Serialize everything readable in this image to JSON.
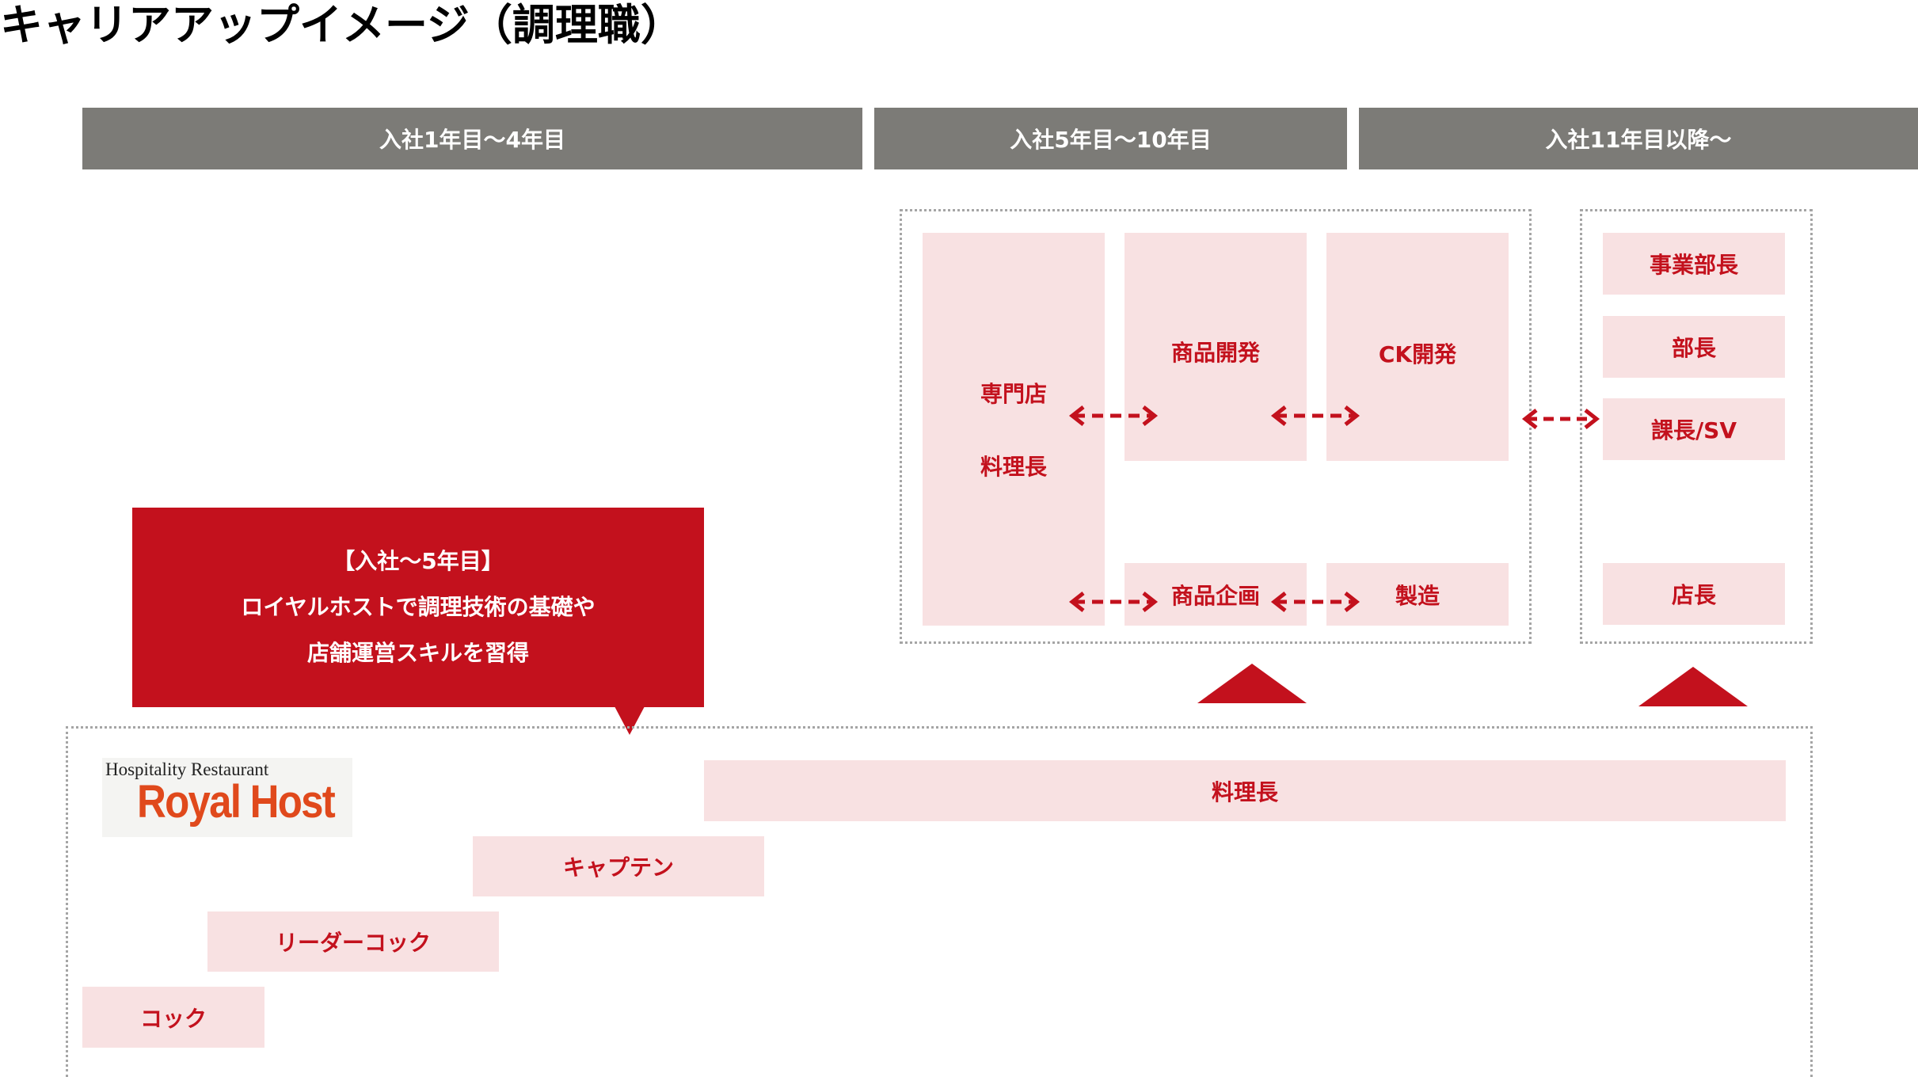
{
  "title": "キャリアアップイメージ（調理職）",
  "periods": [
    "入社1年目〜4年目",
    "入社5年目〜10年目",
    "入社11年目以降〜"
  ],
  "mid_career": {
    "specialty_chef_line1": "専門店",
    "specialty_chef_line2": "料理長",
    "product_development": "商品開発",
    "ck_development": "CK開発",
    "product_planning": "商品企画",
    "manufacturing": "製造"
  },
  "senior_career": {
    "division_manager": "事業部長",
    "department_manager": "部長",
    "section_manager_sv": "課長/SV",
    "store_manager": "店長"
  },
  "callout": {
    "line1": "【入社〜5年目】",
    "line2": "ロイヤルホストで調理技術の基礎や",
    "line3": "店舗運営スキルを習得"
  },
  "logo": {
    "tagline": "Hospitality  Restaurant",
    "brand": "Royal Host"
  },
  "early_career": {
    "head_chef": "料理長",
    "captain": "キャプテン",
    "leader_cook": "リーダーコック",
    "cook": "コック"
  },
  "colors": {
    "accent_red": "#c3111d",
    "box_pink": "#f8e1e2",
    "header_gray": "#7c7b77",
    "logo_orange": "#e0491c"
  }
}
